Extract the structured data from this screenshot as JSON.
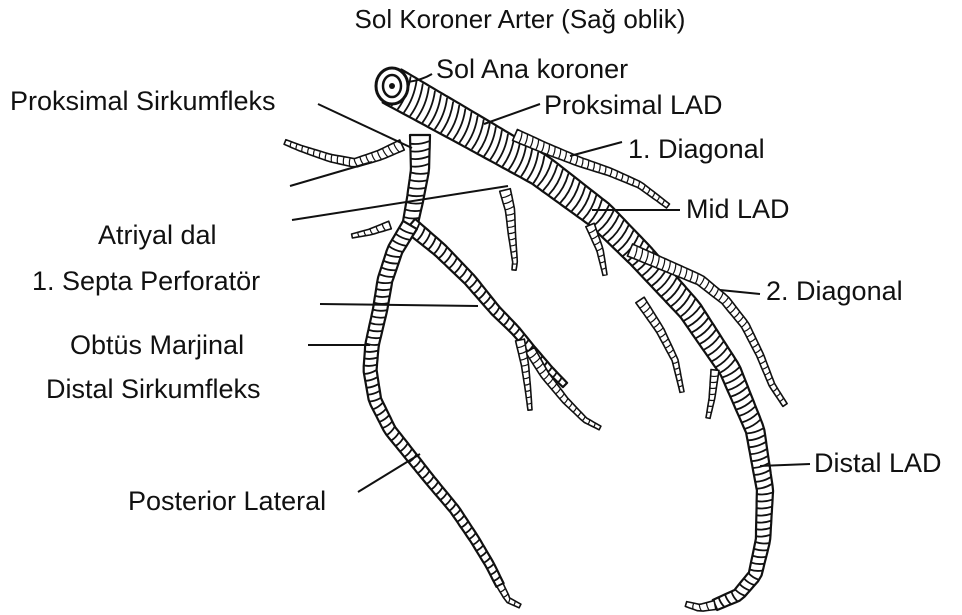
{
  "title": "Sol Koroner Arter (Sağ oblik)",
  "labels": {
    "sol_ana_koroner": "Sol Ana koroner",
    "proksimal_lad": "Proksimal LAD",
    "birinci_diagonal": "1. Diagonal",
    "mid_lad": "Mid LAD",
    "ikinci_diagonal": "2. Diagonal",
    "distal_lad": "Distal LAD",
    "proksimal_sirkumfleks": "Proksimal Sirkumfleks",
    "atriyal_dal": "Atriyal dal",
    "septa_perforator": "1. Septa Perforatör",
    "obtus_marjinal": "Obtüs Marjinal",
    "distal_sirkumfleks": "Distal Sirkumfleks",
    "posterior_lateral": "Posterior Lateral"
  },
  "colors": {
    "ink": "#111111",
    "background": "#ffffff"
  }
}
